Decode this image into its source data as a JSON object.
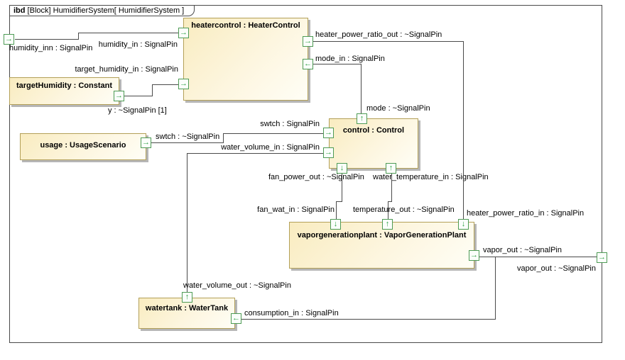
{
  "frame": {
    "title_keyword": "ibd",
    "title_rest": " [Block] HumidifierSystem[ HumidifierSystem ]"
  },
  "colors": {
    "block_fill_top": "#f9ecc0",
    "block_fill_bottom": "#fffef6",
    "block_border": "#b3a058",
    "block_shadow": "#b6b6b6",
    "port_border": "#4e9b55",
    "port_arrow": "#2fa045",
    "connector": "#4a4a4a",
    "frame_border": "#4a4a4a",
    "text": "#000000",
    "background": "#ffffff"
  },
  "blocks": [
    {
      "label": "heatercontrol : HeaterControl"
    },
    {
      "label": "targetHumidity : Constant"
    },
    {
      "label": "usage : UsageScenario"
    },
    {
      "label": "control : Control"
    },
    {
      "label": "vaporgenerationplant : VaporGenerationPlant"
    },
    {
      "label": "watertank : WaterTank"
    }
  ],
  "ports": [
    {
      "name": "humidity_inn",
      "arrow": "→"
    },
    {
      "name": "humidity_in",
      "arrow": "→"
    },
    {
      "name": "target_humidity_in",
      "arrow": "→"
    },
    {
      "name": "heater_power_ratio_out",
      "arrow": "→"
    },
    {
      "name": "mode_in",
      "arrow": "←"
    },
    {
      "name": "y",
      "arrow": "→"
    },
    {
      "name": "swtch_out",
      "arrow": "→"
    },
    {
      "name": "swtch_in",
      "arrow": "→"
    },
    {
      "name": "water_volume_in",
      "arrow": "→"
    },
    {
      "name": "mode",
      "arrow": "↑"
    },
    {
      "name": "fan_power_out",
      "arrow": "↓"
    },
    {
      "name": "water_temperature_in",
      "arrow": "↑"
    },
    {
      "name": "fan_wat_in",
      "arrow": "↓"
    },
    {
      "name": "temperature_out",
      "arrow": "↑"
    },
    {
      "name": "heater_power_ratio_in",
      "arrow": "↓"
    },
    {
      "name": "vapor_out",
      "arrow": "→"
    },
    {
      "name": "water_volume_out",
      "arrow": "↑"
    },
    {
      "name": "consumption_in",
      "arrow": "←"
    },
    {
      "name": "vapor_out_frame",
      "arrow": "→"
    }
  ],
  "pin_labels": [
    {
      "text": "humidity_inn : SignalPin"
    },
    {
      "text": "humidity_in : SignalPin"
    },
    {
      "text": "target_humidity_in : SignalPin"
    },
    {
      "text": "y : ~SignalPin [1]"
    },
    {
      "text": "heater_power_ratio_out : ~SignalPin"
    },
    {
      "text": "mode_in : SignalPin"
    },
    {
      "text": "mode : ~SignalPin"
    },
    {
      "text": "swtch : ~SignalPin"
    },
    {
      "text": "swtch : SignalPin"
    },
    {
      "text": "water_volume_in : SignalPin"
    },
    {
      "text": "fan_power_out : ~SignalPin"
    },
    {
      "text": "water_temperature_in : SignalPin"
    },
    {
      "text": "fan_wat_in : SignalPin"
    },
    {
      "text": "temperature_out : ~SignalPin"
    },
    {
      "text": "heater_power_ratio_in : SignalPin"
    },
    {
      "text": "vapor_out : ~SignalPin"
    },
    {
      "text": "vapor_out : ~SignalPin"
    },
    {
      "text": "water_volume_out : ~SignalPin"
    },
    {
      "text": "consumption_in : SignalPin"
    }
  ]
}
